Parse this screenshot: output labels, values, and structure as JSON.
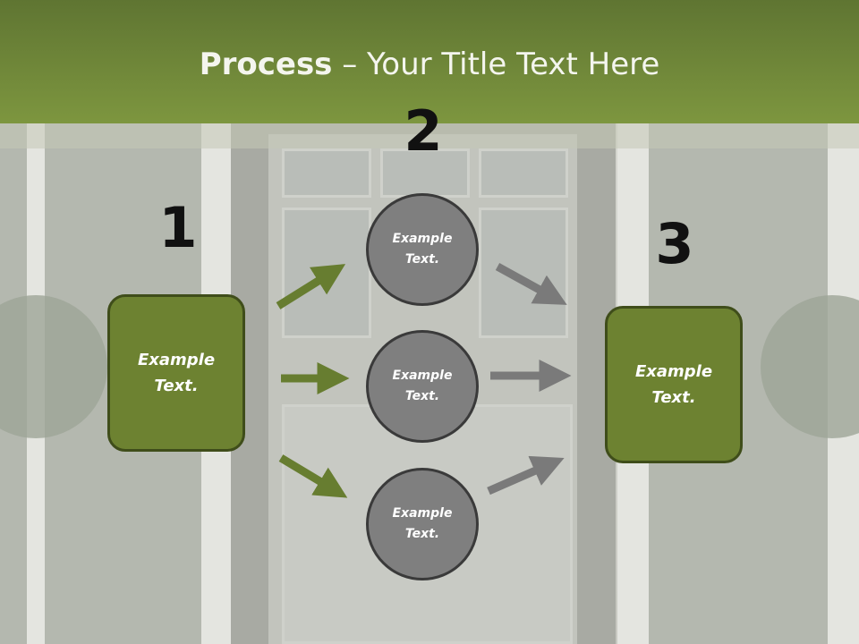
{
  "title": {
    "bold": "Process",
    "rest": " – Your Title Text Here"
  },
  "colors": {
    "header": "#7d963f",
    "box_fill": "#6d8231",
    "box_border": "#3f4d1a",
    "circle_fill": "#7f7f7f",
    "circle_border": "#3a3a3a",
    "arrow_green": "#677d30",
    "arrow_gray": "#7a7a7a"
  },
  "steps": [
    {
      "number": "1",
      "label": "Example\nText."
    },
    {
      "number": "2",
      "items": [
        "Example\nText.",
        "Example\nText.",
        "Example\nText."
      ]
    },
    {
      "number": "3",
      "label": "Example\nText."
    }
  ]
}
